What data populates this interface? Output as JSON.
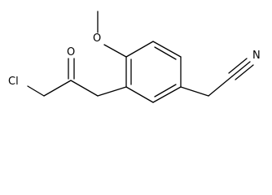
{
  "structure": {
    "atoms": {
      "methoxy_methyl": "",
      "methoxy_oxygen": "O",
      "carbonyl_oxygen": "O",
      "chlorine": "Cl",
      "nitrile_nitrogen": "N"
    }
  },
  "colors": {
    "bond": "#000000",
    "label": "#000000",
    "background": "#ffffff"
  }
}
